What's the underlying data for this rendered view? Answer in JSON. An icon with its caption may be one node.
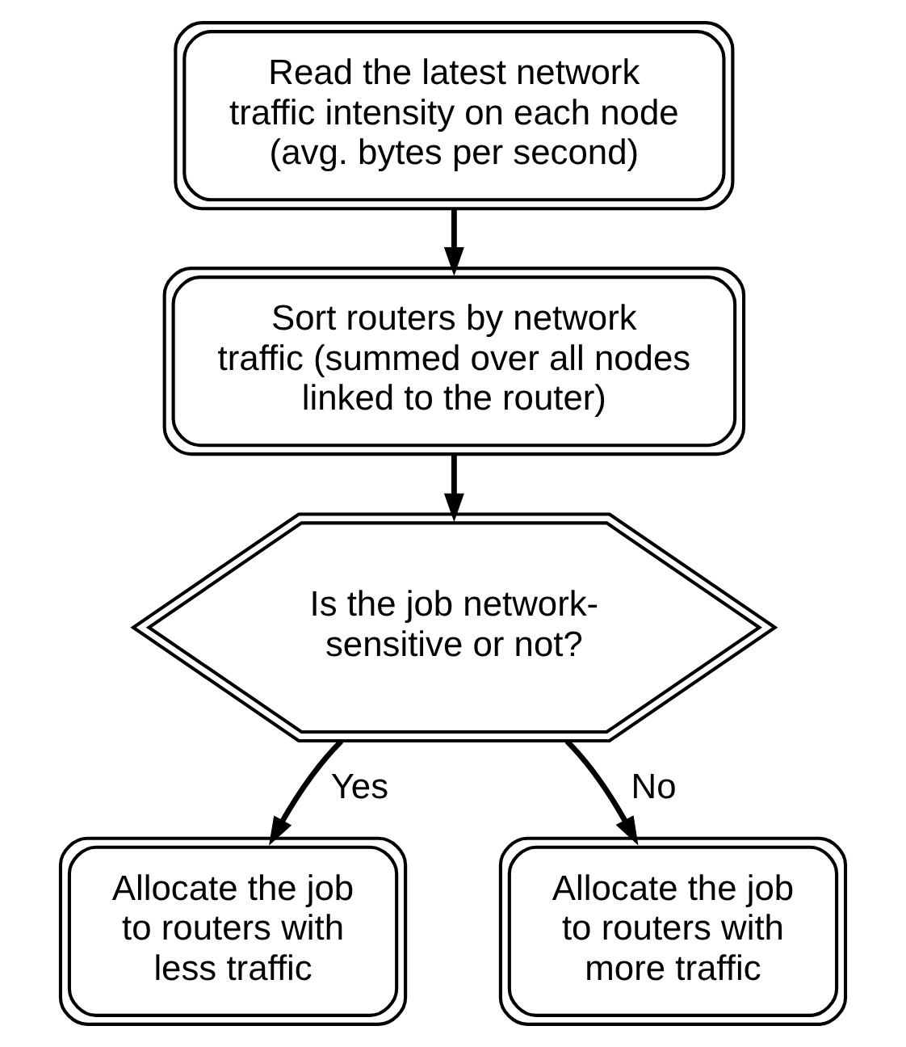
{
  "diagram": {
    "nodes": [
      {
        "text": [
          "Read the latest network traffic intensity on each node (avg. bytes per second)"
        ]
      },
      {
        "text": [
          "Sort routers by network traffic (summed over all nodes linked to the router)"
        ]
      },
      {
        "text": [
          "Is the job network-sensitive or not?"
        ]
      },
      {
        "text": [
          "Allocate the job to routers with less traffic"
        ]
      },
      {
        "text": [
          "Allocate the job to routers with more traffic"
        ]
      }
    ],
    "edges": [
      {
        "from": 0,
        "to": 1,
        "arrow": "to"
      },
      {
        "from": 1,
        "to": 2,
        "arrow": "to"
      },
      {
        "from": 2,
        "to": 3,
        "arrow": "to",
        "label": "Yes"
      },
      {
        "from": 2,
        "to": 4,
        "arrow": "to",
        "label": "No"
      }
    ]
  }
}
